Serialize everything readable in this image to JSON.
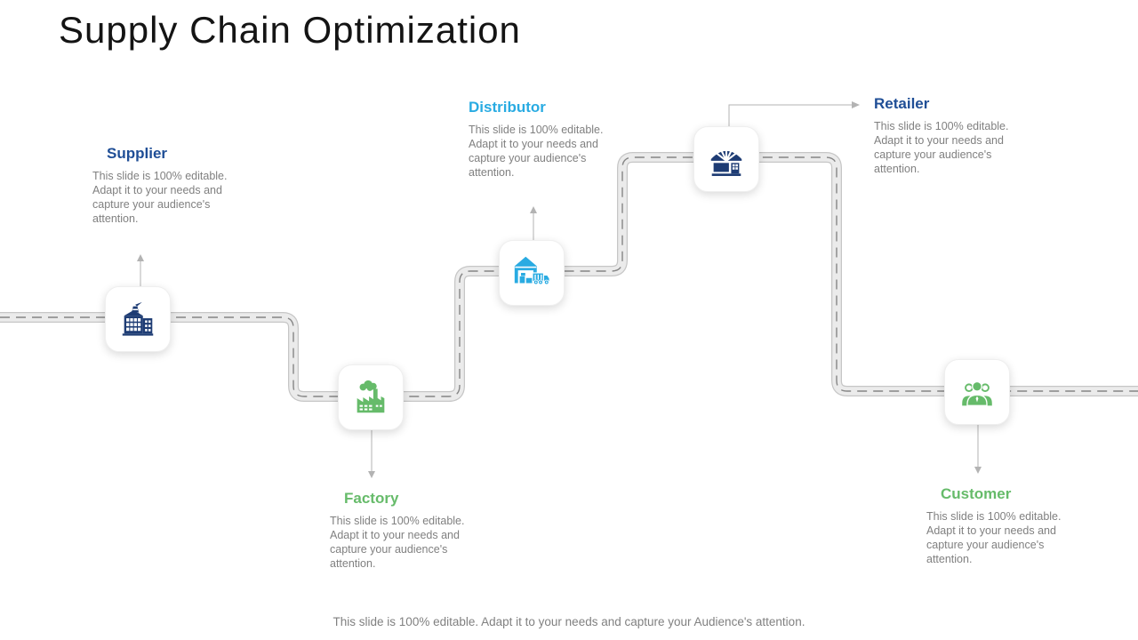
{
  "slide": {
    "title": "Supply Chain Optimization",
    "footer": "This slide is 100% editable. Adapt it to your needs and capture your Audience's attention."
  },
  "nodes": [
    {
      "label": "Supplier",
      "description": "This slide is 100% editable. Adapt it to your needs and capture your audience's attention.",
      "color": "#1f4e96",
      "icon": "supplier-building-icon"
    },
    {
      "label": "Factory",
      "description": "This slide is 100% editable. Adapt it to your needs and capture your audience's attention.",
      "color": "#66bb6a",
      "icon": "factory-icon"
    },
    {
      "label": "Distributor",
      "description": "This slide is 100% editable. Adapt it to your needs and capture your audience's attention.",
      "color": "#29abe2",
      "icon": "warehouse-truck-icon"
    },
    {
      "label": "Retailer",
      "description": "This slide is 100% editable. Adapt it to your needs and capture your audience's attention.",
      "color": "#1f4e96",
      "icon": "storefront-icon"
    },
    {
      "label": "Customer",
      "description": "This slide is 100% editable. Adapt it to your needs and capture your audience's attention.",
      "color": "#66bb6a",
      "icon": "customers-group-icon"
    }
  ],
  "colors": {
    "navy": "#1f4e96",
    "light_blue": "#29abe2",
    "green": "#66bb6a",
    "body_text": "#808080",
    "road_fill": "#ebebeb",
    "road_edge": "#c6c6c6",
    "road_dash": "#858585",
    "connector": "#b3b3b3"
  }
}
